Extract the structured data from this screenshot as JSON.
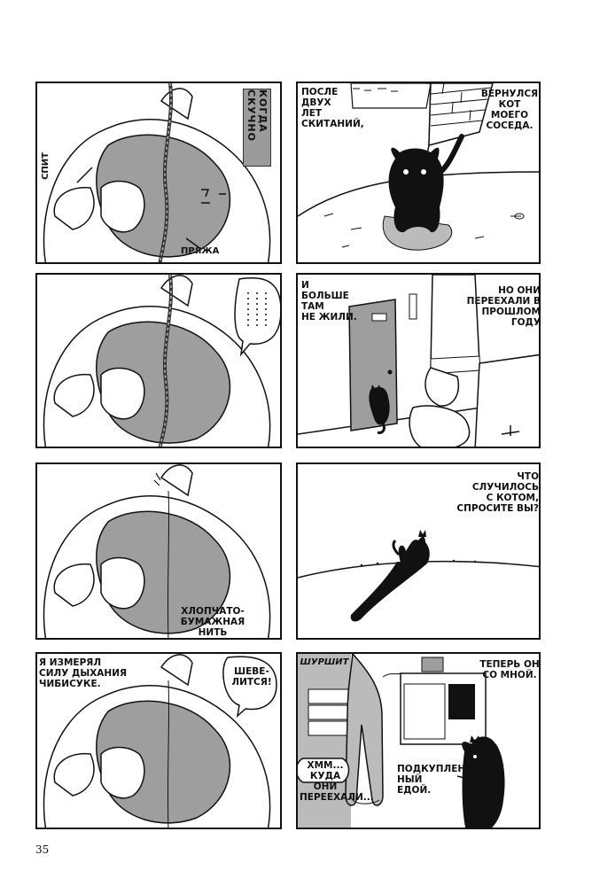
{
  "page_number": "35",
  "column_left": {
    "title_tag": "КОГДА СКУЧНО",
    "panel1": {
      "sleeping_label": "СПИТ",
      "yarn_label": "ПРЯЖА"
    },
    "panel3": {
      "thread_label": "ХЛОПЧАТО-\nБУМАЖНАЯ\nНИТЬ"
    },
    "panel4": {
      "caption": "Я ИЗМЕРЯЛ\nСИЛУ ДЫХАНИЯ\nЧИБИСУКЕ.",
      "bubble": "ШЕВЕ-\nЛИТСЯ!"
    }
  },
  "column_right": {
    "panel1": {
      "caption_left": "ПОСЛЕ\nДВУХ\nЛЕТ\nСКИТАНИЙ,",
      "caption_right": "ВЕРНУЛСЯ\nКОТ\nМОЕГО\nСОСЕДА."
    },
    "panel2": {
      "caption_left": "И БОЛЬШЕ\nТАМ\nНЕ ЖИЛИ.",
      "caption_right": "НО ОНИ\nПЕРЕЕХАЛИ В\nПРОШЛОМ ГОДУ"
    },
    "panel3": {
      "caption": "ЧТО СЛУЧИЛОСЬ\nС КОТОМ,\nСПРОСИТЕ ВЫ?"
    },
    "panel4": {
      "sfx": "ШУРШИТ",
      "caption_right": "ТЕПЕРЬ ОН\nСО МНОЙ.",
      "bubble": "ХММ...\nКУДА ОНИ\nПЕРЕЕХАЛИ...",
      "cat_label": "ПОДКУПЛЕН-\nНЫЙ\nЕДОЙ."
    }
  }
}
